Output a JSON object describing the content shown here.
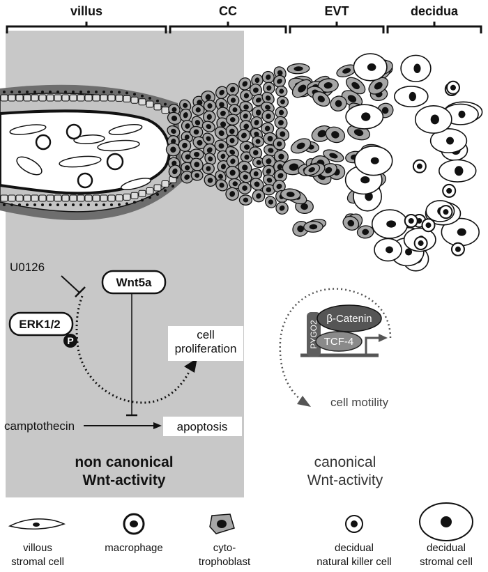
{
  "headers": {
    "villus": "villus",
    "cc": "CC",
    "evt": "EVT",
    "decidua": "decidua"
  },
  "noncanonical": {
    "inhibitor": "U0126",
    "wnt": "Wnt5a",
    "erk": "ERK1/2",
    "phospho": "P",
    "proliferation_line1": "cell",
    "proliferation_line2": "proliferation",
    "drug": "camptothecin",
    "apoptosis": "apoptosis",
    "title_line1": "non canonical",
    "title_line2": "Wnt-activity"
  },
  "canonical": {
    "pygo": "PYGO2",
    "catenin": "β-Catenin",
    "tcf": "TCF-4",
    "motility": "cell motility",
    "title_line1": "canonical",
    "title_line2": "Wnt-activity"
  },
  "legend": {
    "villous_line1": "villous",
    "villous_line2": "stromal cell",
    "macrophage": "macrophage",
    "cyto_line1": "cyto-",
    "cyto_line2": "trophoblast",
    "nk_line1": "decidual",
    "nk_line2": "natural killer cell",
    "decstromal_line1": "decidual",
    "decstromal_line2": "stromal cell"
  },
  "colors": {
    "panel": "#c8c8c8",
    "cell_fill": "#a6a6a6",
    "nucleus": "#111111",
    "dark_oval": "#444444",
    "mid_oval": "#6b6b6b"
  }
}
